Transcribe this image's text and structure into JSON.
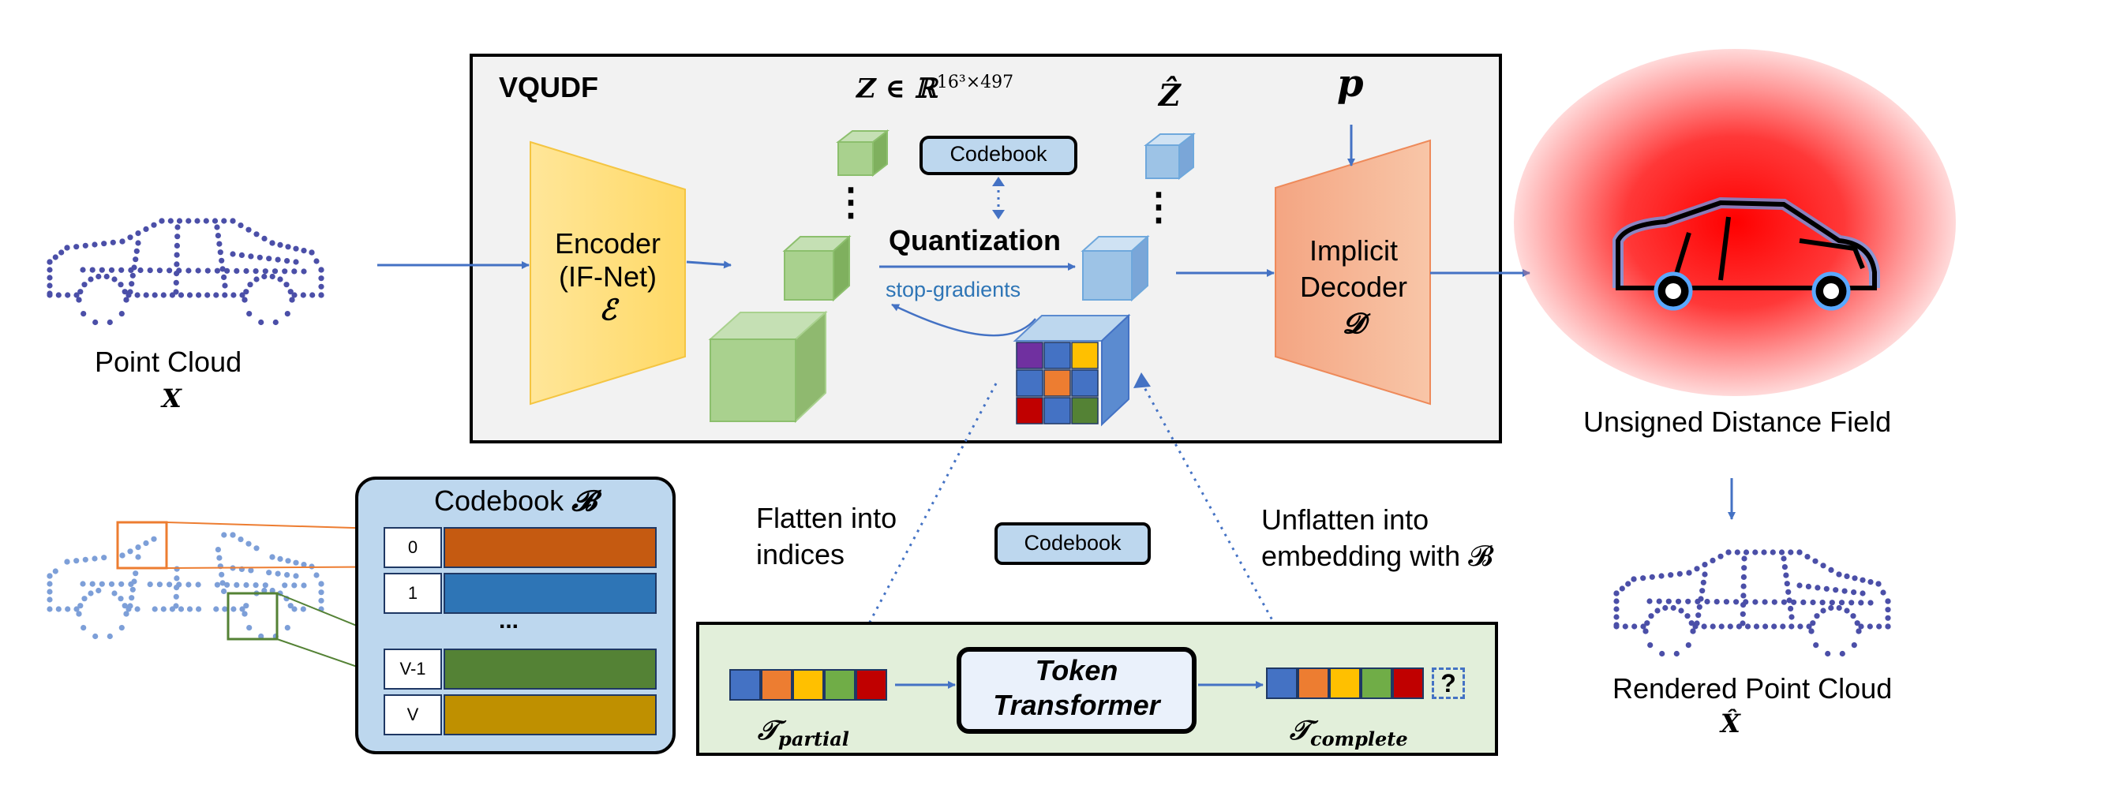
{
  "vqudf": {
    "title": "VQUDF",
    "latent_label": "Z ∈ ℝ",
    "latent_exp": "16³×497",
    "zhat_label": "Ẑ",
    "p_label": "p",
    "encoder": {
      "line1": "Encoder",
      "line2": "(IF-Net)",
      "symbol": "ℰ"
    },
    "decoder": {
      "line1": "Implicit",
      "line2": "Decoder",
      "symbol": "𝓓"
    },
    "codebook_label": "Codebook",
    "quantization_label": "Quantization",
    "stop_gradients_label": "stop-gradients",
    "cube_dims": [
      "16",
      "16",
      "16"
    ],
    "ellipsis": "⋮"
  },
  "input": {
    "label": "Point Cloud",
    "symbol": "X"
  },
  "output_field": {
    "label": "Unsigned Distance Field"
  },
  "rendered": {
    "label": "Rendered Point Cloud",
    "symbol": "X̂"
  },
  "codebook_table": {
    "title": "Codebook",
    "symbol": "𝓑",
    "rows": [
      {
        "index": "0",
        "color": "#c55a11"
      },
      {
        "index": "1",
        "color": "#2e75b6"
      },
      {
        "index": "V-1",
        "color": "#548235"
      },
      {
        "index": "V",
        "color": "#bf9000"
      }
    ],
    "ellipsis": "..."
  },
  "flatten_label": {
    "line1": "Flatten into",
    "line2": "indices"
  },
  "unflatten_label": {
    "line1": "Unflatten into",
    "line2": "embedding with 𝓑"
  },
  "codebook_mid_label": "Codebook",
  "transformer": {
    "line1": "Token",
    "line2": "Transformer",
    "partial_label": "𝒯",
    "partial_sub": "partial",
    "complete_label": "𝒯",
    "complete_sub": "complete",
    "unknown_token": "?",
    "partial_tokens": [
      "#4472c4",
      "#ed7d31",
      "#ffc000",
      "#70ad47",
      "#c00000"
    ],
    "complete_tokens": [
      "#4472c4",
      "#ed7d31",
      "#ffc000",
      "#70ad47",
      "#c00000"
    ]
  },
  "grid_colors": [
    "#7030a0",
    "#4472c4",
    "#ffc000",
    "#4472c4",
    "#ed7d31",
    "#4472c4",
    "#c00000",
    "#4472c4",
    "#548235"
  ]
}
